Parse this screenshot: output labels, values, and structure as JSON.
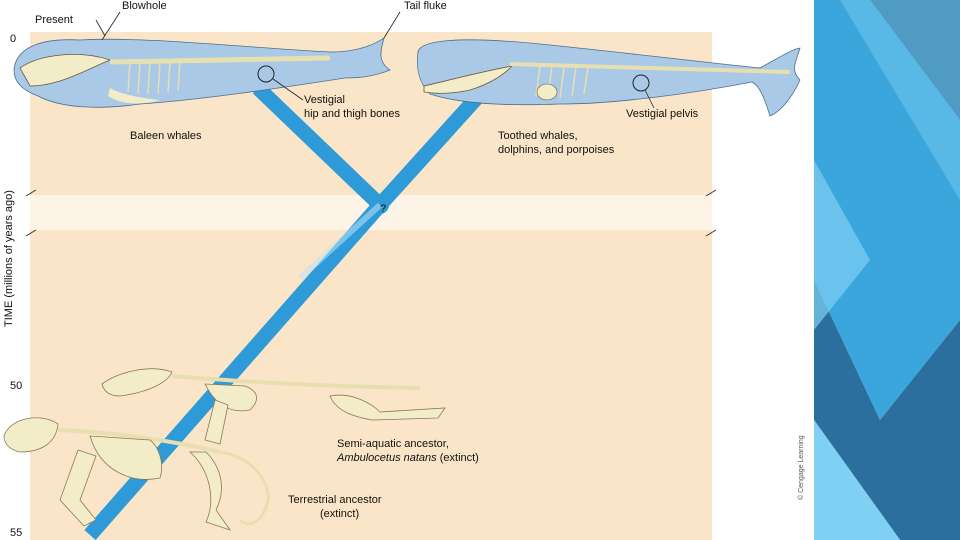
{
  "colors": {
    "panel_bg": "#fae5c8",
    "branch_blue": "#2e9bd8",
    "whale_body": "#a9c9e6",
    "bone": "#f2ecc8",
    "deco_dark": "#2a6f9e",
    "deco_mid": "#3aa6dc",
    "deco_light": "#7fd0f2"
  },
  "axis": {
    "title": "TIME (millions of years ago)",
    "ticks": [
      "0",
      "50",
      "55"
    ]
  },
  "labels": {
    "present": "Present",
    "blowhole": "Blowhole",
    "tail_fluke": "Tail fluke",
    "vestigial_hip_line1": "Vestigial",
    "vestigial_hip_line2": "hip and thigh bones",
    "vestigial_pelvis": "Vestigial pelvis",
    "baleen_whales": "Baleen whales",
    "toothed_line1": "Toothed whales,",
    "toothed_line2": "dolphins, and porpoises",
    "question": "?",
    "semi_line1": "Semi-aquatic ancestor,",
    "semi_line2_italic": "Ambulocetus natans",
    "semi_line2_rest": " (extinct)",
    "terr_line1": "Terrestrial ancestor",
    "terr_line2": "(extinct)"
  },
  "copyright": "© Cengage Learning"
}
